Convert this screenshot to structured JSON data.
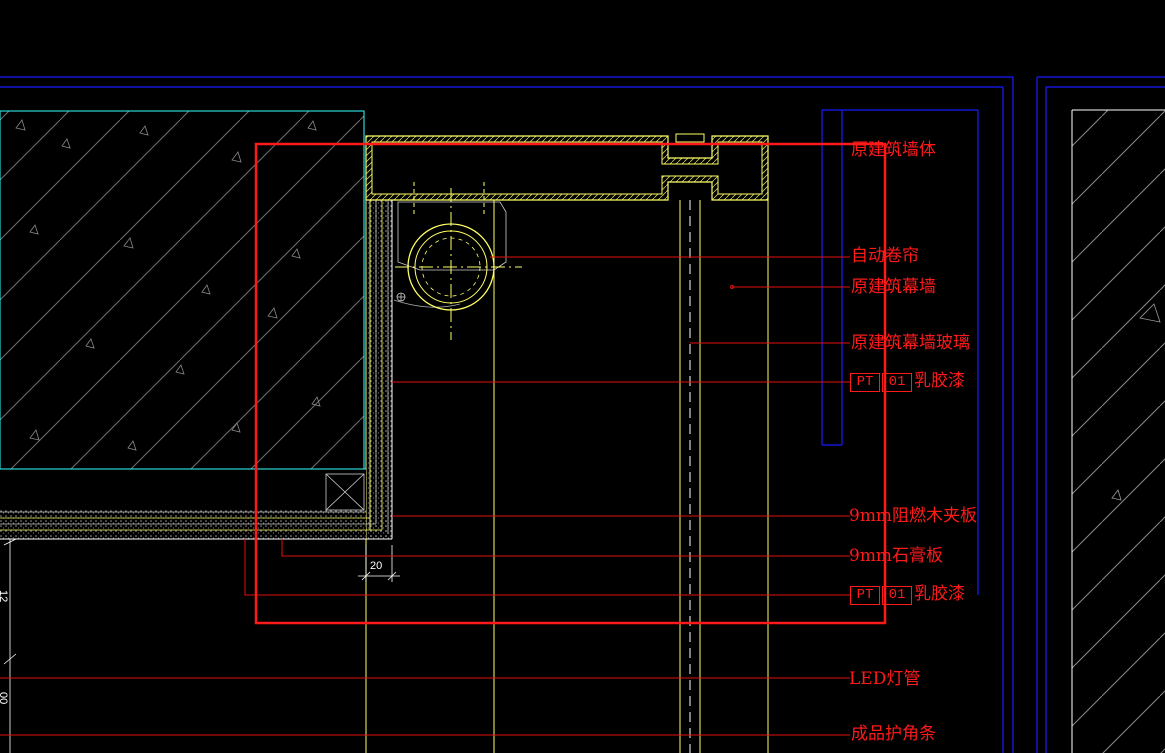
{
  "annotations": {
    "wall": "原建筑墙体",
    "curtain": "自动卷帘",
    "curtain_wall": "原建筑幕墙",
    "curtain_glass": "原建筑幕墙玻璃",
    "plywood": "9mm阻燃木夹板",
    "gypsum": "9mm石膏板",
    "led": "LED灯管",
    "corner": "成品护角条"
  },
  "tags": [
    {
      "code": "PT",
      "num": "01",
      "label": "乳胶漆"
    },
    {
      "code": "PT",
      "num": "01",
      "label": "乳胶漆"
    }
  ],
  "dimensions": {
    "gap": "20"
  },
  "side_labels": {
    "top": "12",
    "bottom": "00"
  },
  "colors": {
    "highlight": "#ff1a1a",
    "leader": "#e01010",
    "structure": "#ffff66",
    "frame": "#1a1aff",
    "glass": "#33ffff",
    "hatch": "#bfbfbf"
  }
}
